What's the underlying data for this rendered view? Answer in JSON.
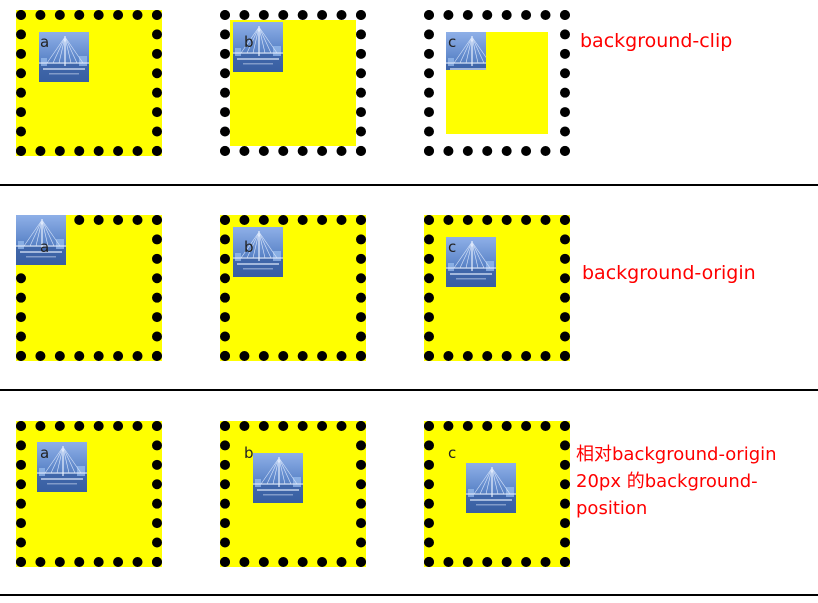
{
  "colors": {
    "box_fill": "#ffff00",
    "border": "#000000",
    "caption": "#ff0000",
    "divider": "#000000"
  },
  "rows": [
    {
      "caption": "background-clip",
      "boxes": [
        {
          "label": "a"
        },
        {
          "label": "b"
        },
        {
          "label": "c"
        }
      ]
    },
    {
      "caption": "background-origin",
      "boxes": [
        {
          "label": "a"
        },
        {
          "label": "b"
        },
        {
          "label": "c"
        }
      ]
    },
    {
      "caption_lines": [
        "相对background-origin",
        "20px 的background-",
        "position"
      ],
      "boxes": [
        {
          "label": "a"
        },
        {
          "label": "b"
        },
        {
          "label": "c"
        }
      ]
    }
  ],
  "icons": {
    "photo": "bridge-photo-icon"
  }
}
